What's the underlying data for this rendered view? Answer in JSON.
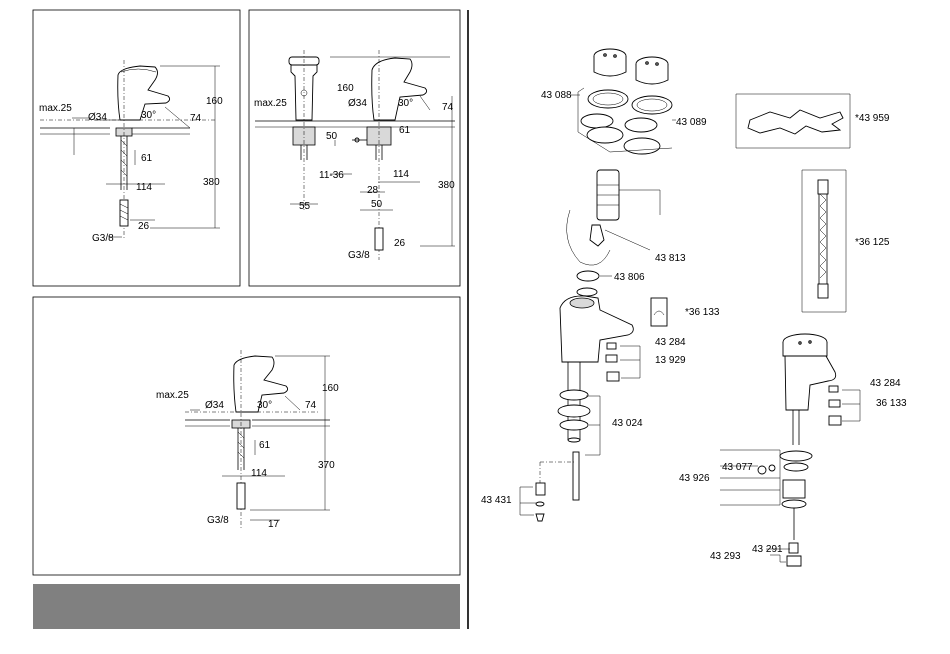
{
  "panel1": {
    "max25": "max.25",
    "d34": "Ø34",
    "a30": "30°",
    "d74": "74",
    "d160": "160",
    "d61": "61",
    "d114": "114",
    "d380": "380",
    "d26": "26",
    "g38": "G3/8"
  },
  "panel2": {
    "max25": "max.25",
    "d160": "160",
    "d34": "Ø34",
    "a30": "30°",
    "d74": "74",
    "d50a": "50",
    "d61": "61",
    "d1136": "11-36",
    "d114": "114",
    "d28": "28",
    "d55": "55",
    "d50b": "50",
    "d380": "380",
    "d26": "26",
    "g38": "G3/8"
  },
  "panel3": {
    "max25": "max.25",
    "d34": "Ø34",
    "a30": "30°",
    "d74": "74",
    "d160": "160",
    "d61": "61",
    "d114": "114",
    "d370": "370",
    "g38": "G3/8",
    "d17": "17"
  },
  "parts": {
    "p43088": "43 088",
    "p43089": "43 089",
    "p43959": "*43 959",
    "p36125": "*36 125",
    "p43813": "43 813",
    "p43806": "43 806",
    "p36133a": "*36 133",
    "p43284a": "43 284",
    "p13929": "13 929",
    "p43024": "43 024",
    "p43431": "43 431",
    "p43284b": "43 284",
    "p36133b": "36 133",
    "p43077": "43 077",
    "p43926": "43 926",
    "p43291": "43 291",
    "p43293": "43 293"
  },
  "colors": {
    "footer_bar": "#808080",
    "frame": "#000000"
  }
}
